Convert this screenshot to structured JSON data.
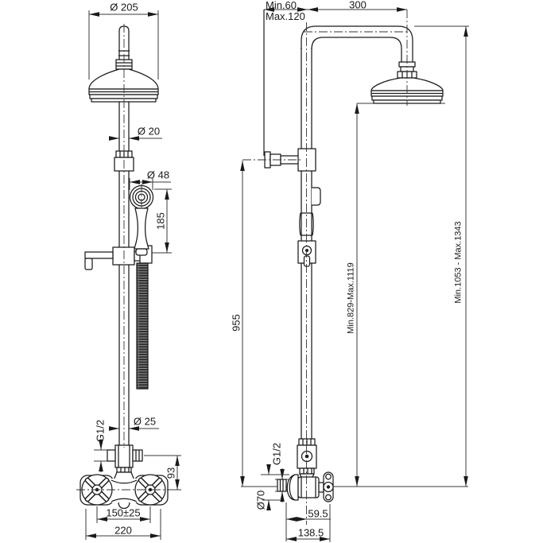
{
  "drawing": {
    "title": "Shower column technical drawing",
    "labels": {
      "head_diameter": "Ø 205",
      "wall_min": "Min.60",
      "wall_max": "Max.120",
      "arm_reach": "300",
      "pipe_upper": "Ø 20",
      "handshower_diameter": "Ø 48",
      "handshower_length": "185",
      "total_min_max": "Min.1053 - Max.1343",
      "head_min_max": "Min.829-Max.1119",
      "column_height": "955",
      "pipe_lower": "Ø 25",
      "thread_front": "G1/2",
      "valve_offset": "93",
      "inlet_spacing": "150±25",
      "body_width": "220",
      "thread_side": "G1/2",
      "flange_diameter": "Ø70",
      "center_to_wall": "59.5",
      "total_depth": "138.5"
    },
    "line_color": "#1a1a1a",
    "dim_color": "#3a3a3a"
  }
}
